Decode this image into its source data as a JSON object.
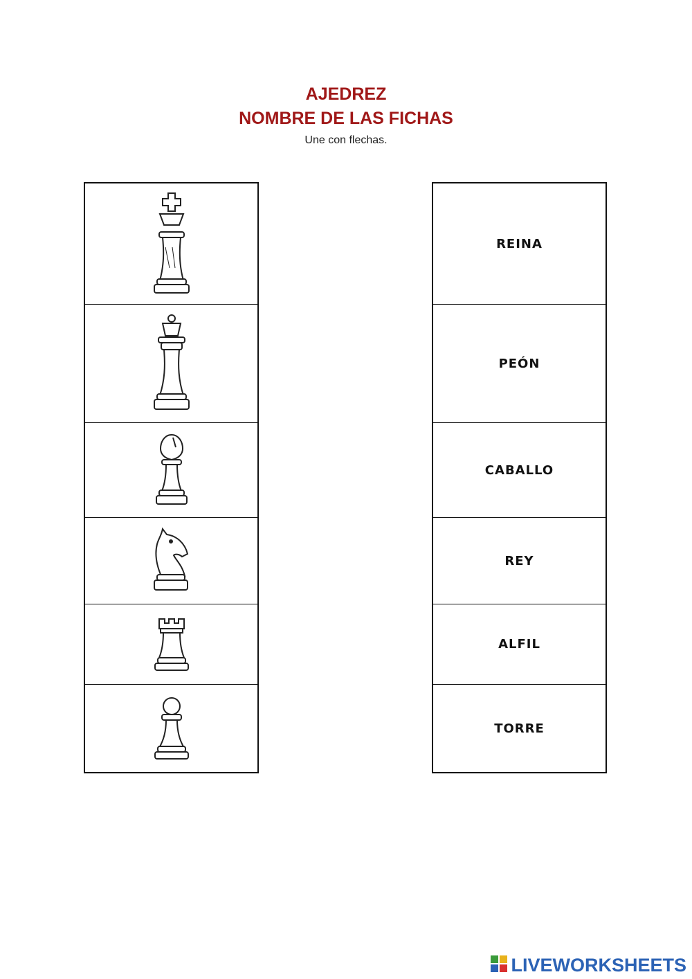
{
  "header": {
    "title_line1": "AJEDREZ",
    "title_line2": "NOMBRE DE LAS FICHAS",
    "instruction": "Une con flechas."
  },
  "pieces": [
    {
      "icon": "king-icon"
    },
    {
      "icon": "queen-icon"
    },
    {
      "icon": "bishop-icon"
    },
    {
      "icon": "knight-icon"
    },
    {
      "icon": "rook-icon"
    },
    {
      "icon": "pawn-icon"
    }
  ],
  "names": [
    "REINA",
    "PEÓN",
    "CABALLO",
    "REY",
    "ALFIL",
    "TORRE"
  ],
  "footer": {
    "brand": "LIVEWORKSHEETS",
    "brand_color": "#2c63b5"
  },
  "colors": {
    "title": "#a01818",
    "border": "#111111"
  }
}
